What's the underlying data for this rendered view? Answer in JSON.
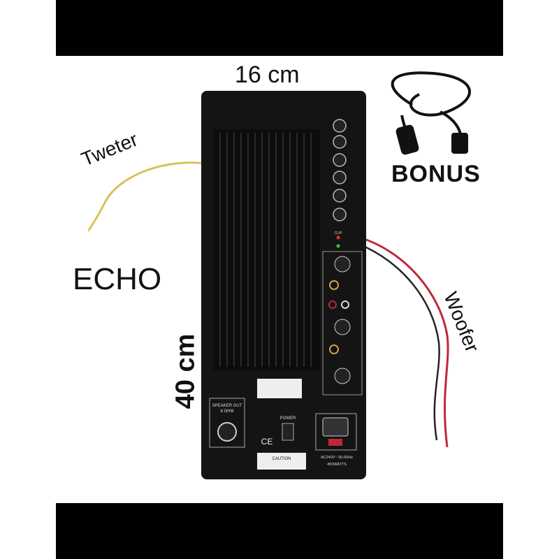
{
  "labels": {
    "width": "16 cm",
    "height": "40 cm",
    "tweeter": "Tweter",
    "echo": "ECHO",
    "woofer": "Woofer",
    "bonus": "BONUS"
  },
  "panel": {
    "speaker_out": "SPEAKER OUT",
    "speaker_ohm": "8 OHM",
    "power": "POWER",
    "clip": "CLIP",
    "voltage": "AC240V~ 50-60Hz",
    "watts": "450WATTS",
    "caution": "CAUTION",
    "ce_mark": "CE"
  },
  "colors": {
    "panel": "#141414",
    "heatsink": "#0c0c0c",
    "wire_red": "#c0283a",
    "wire_yellow": "#d8c25a"
  }
}
